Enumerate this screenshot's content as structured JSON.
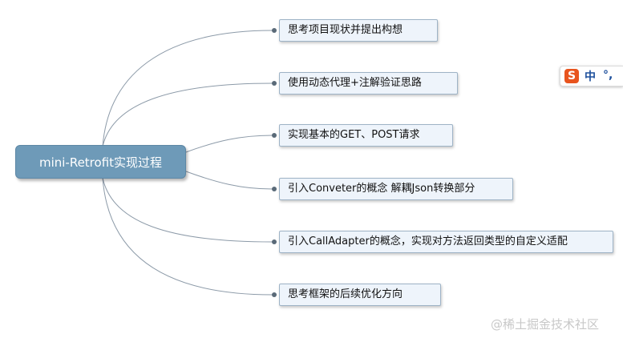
{
  "mindmap": {
    "root": "mini-Retrofit实现过程",
    "topics": [
      "思考项目现状并提出构想",
      "使用动态代理+注解验证思路",
      "实现基本的GET、POST请求",
      "引入Conveter的概念 解耦Json转换部分",
      "引入CallAdapter的概念，实现对方法返回类型的自定义适配",
      "思考框架的后续优化方向"
    ]
  },
  "ime": {
    "logo": "S",
    "mode": "中",
    "punct": "°,"
  },
  "watermark": "@稀土掘金技术社区",
  "colors": {
    "root_fill": "#6e9ab8",
    "topic_fill": "#eef4fb",
    "topic_border": "#9eb3c6",
    "connector": "#8c9aa8"
  }
}
